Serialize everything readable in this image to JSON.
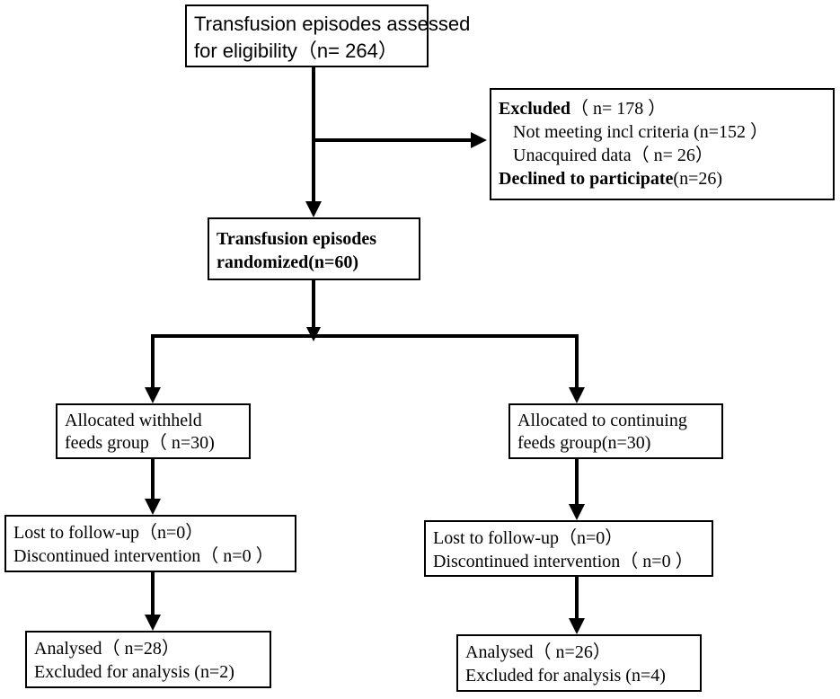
{
  "boxes": {
    "assessed": {
      "line1": "Transfusion episodes assessed",
      "line2": "for eligibility（n= 264）"
    },
    "excluded": {
      "heading": "Excluded",
      "heading_count": "（ n= 178 ）",
      "item1": "Not meeting  incl criteria (n=152 ）",
      "item2": "Unacquired data（ n= 26）",
      "declined_label": "Declined to participate",
      "declined_count": "(n=26)"
    },
    "randomized": {
      "line1": "Transfusion episodes",
      "line2": "randomized(n=60)"
    },
    "allocated_withheld": {
      "line1": "Allocated withheld",
      "line2": "feeds group（ n=30)"
    },
    "allocated_continuing": {
      "line1": "Allocated to continuing",
      "line2": "feeds group(n=30)"
    },
    "followup_left": {
      "line1": "Lost to follow-up（n=0）",
      "line2": "Discontinued intervention（ n=0 ）"
    },
    "followup_right": {
      "line1": "Lost to follow-up（n=0）",
      "line2": "Discontinued intervention（ n=0 ）"
    },
    "analysed_left": {
      "line1": "Analysed（ n=28）",
      "line2": "Excluded for analysis (n=2)"
    },
    "analysed_right": {
      "line1": "Analysed（ n=26）",
      "line2": "Excluded for analysis (n=4)"
    }
  },
  "colors": {
    "stroke": "#000000",
    "background": "#ffffff"
  }
}
